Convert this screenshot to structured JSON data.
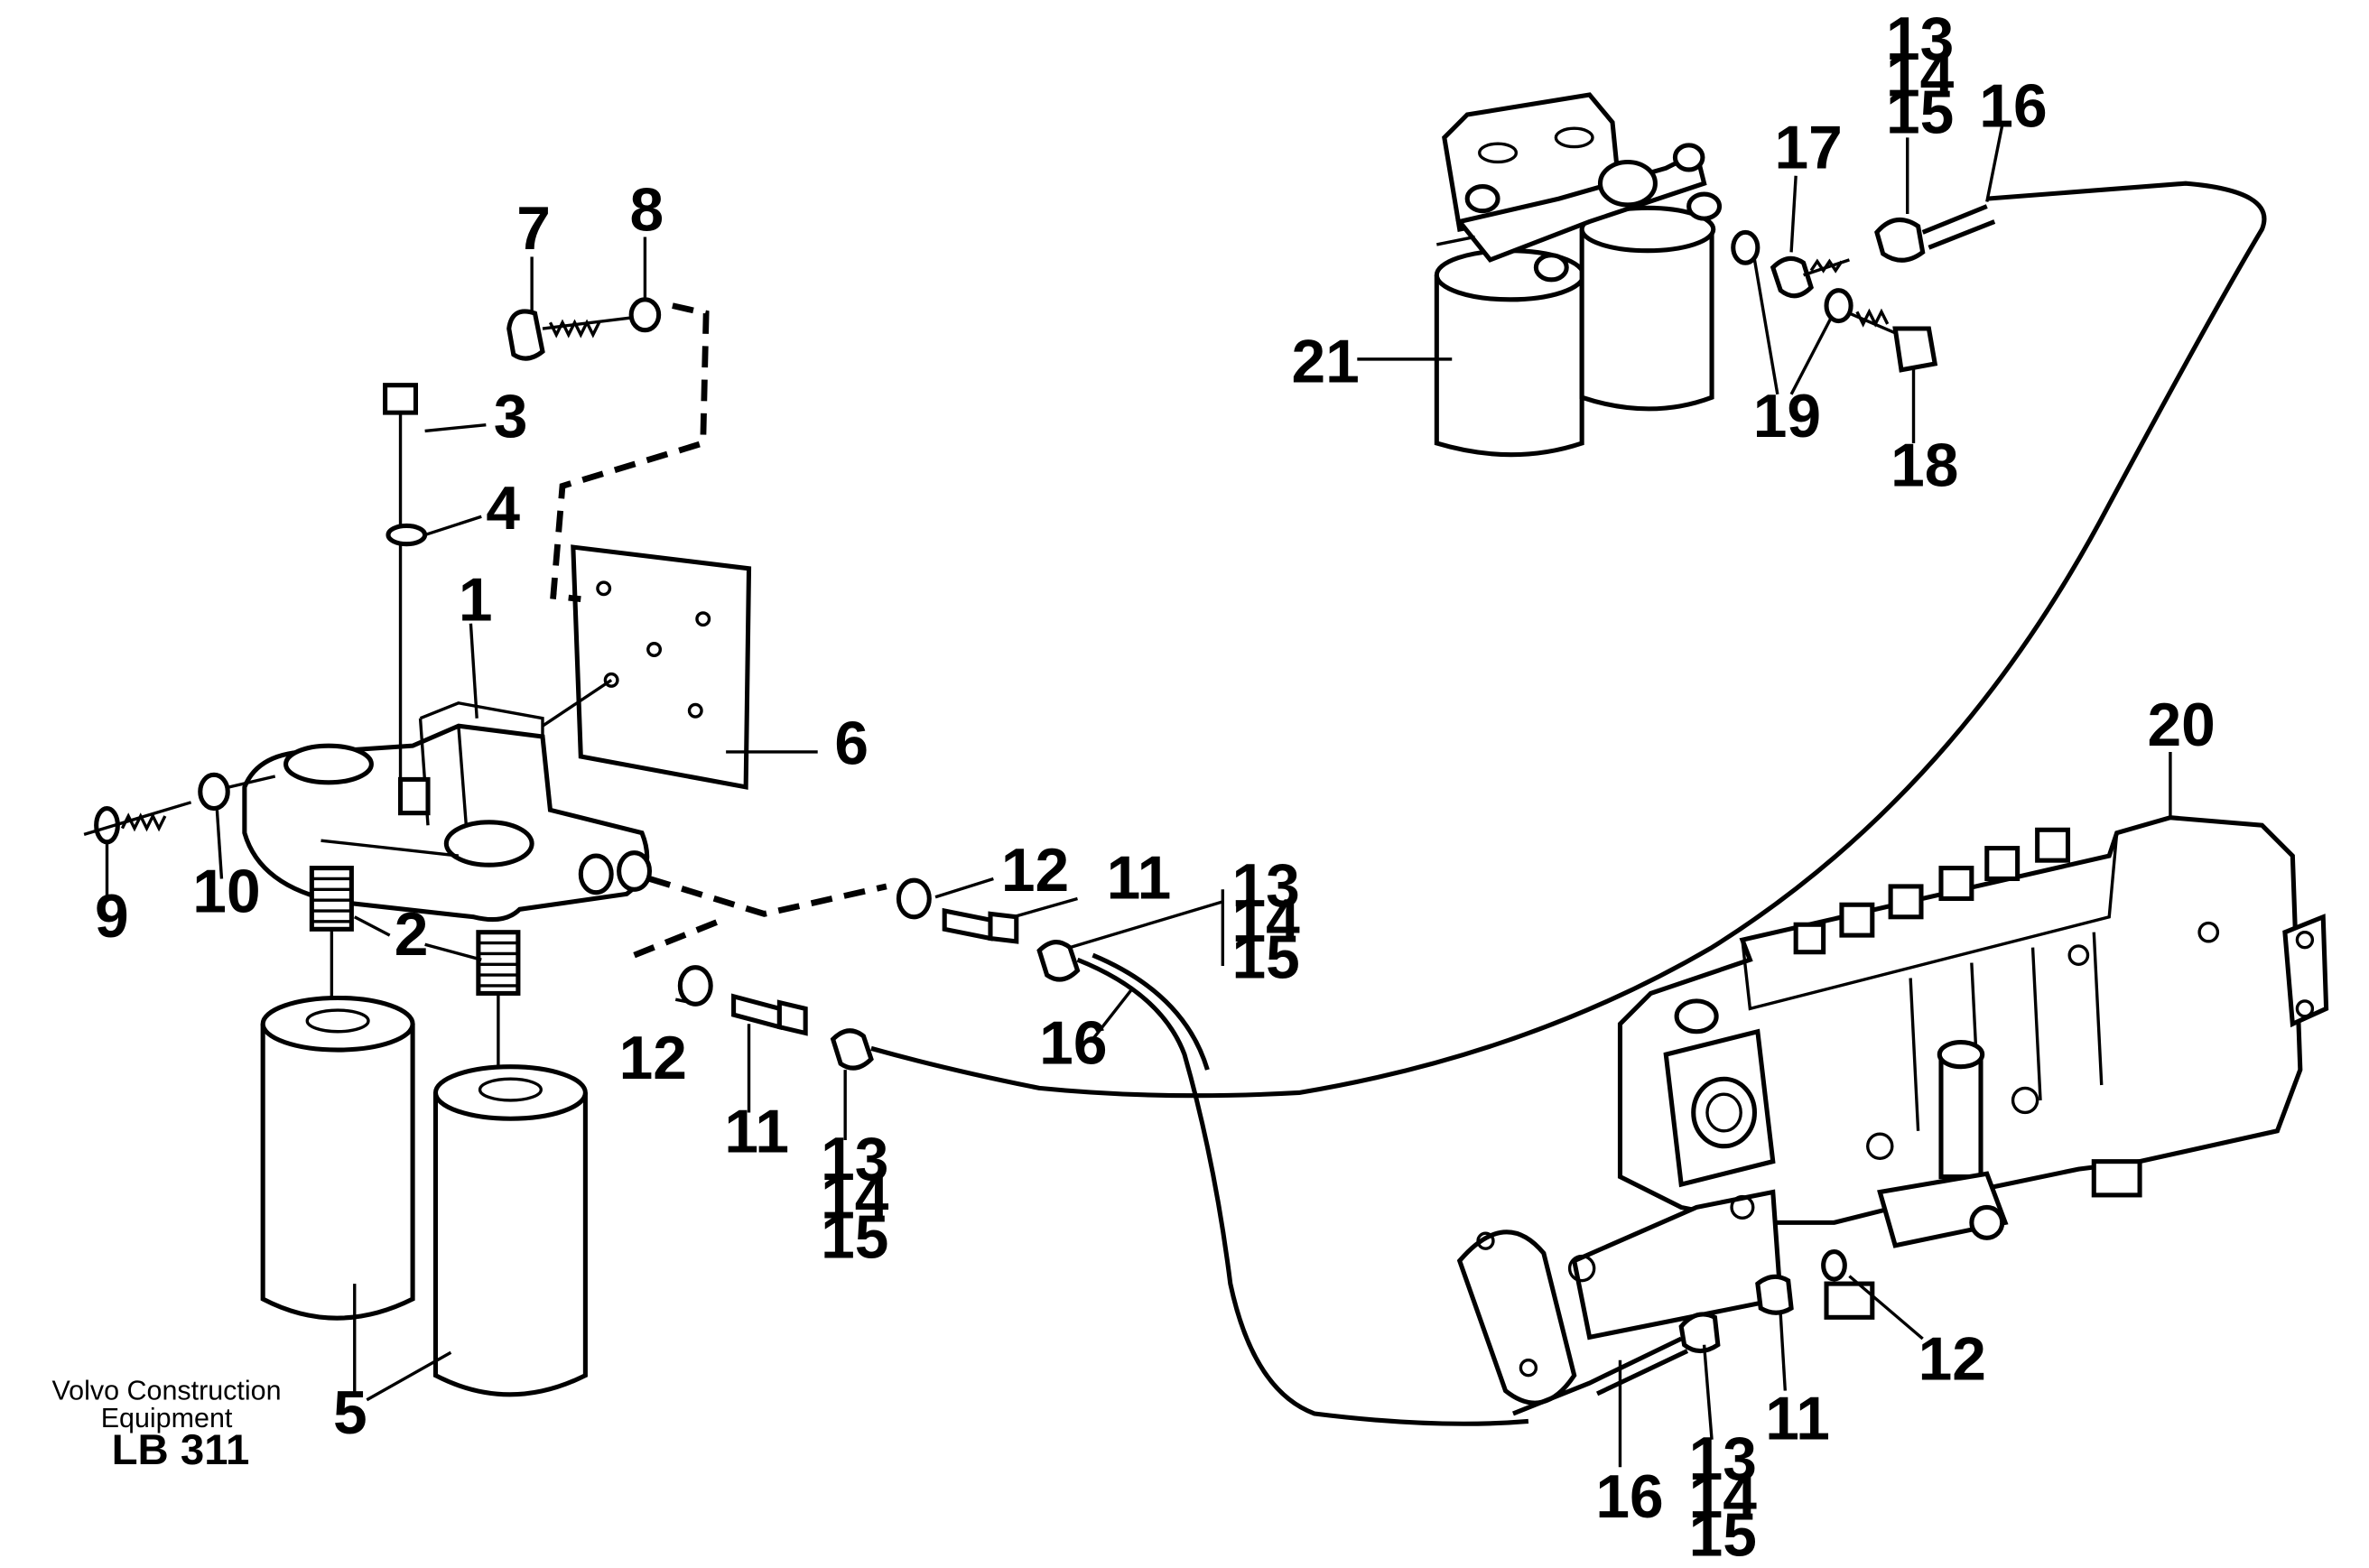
{
  "labels": {
    "l1": "1",
    "l2": "2",
    "l3": "3",
    "l4": "4",
    "l5": "5",
    "l6": "6",
    "l7": "7",
    "l8": "8",
    "l9": "9",
    "l10": "10",
    "l11a": "11",
    "l11b": "11",
    "l11c": "11",
    "l12a": "12",
    "l12b": "12",
    "l12c": "12",
    "l13a": "13",
    "l14a": "14",
    "l15a": "15",
    "l13b": "13",
    "l14b": "14",
    "l15b": "15",
    "l13c": "13",
    "l14c": "14",
    "l15c": "15",
    "l13d": "13",
    "l14d": "14",
    "l15d": "15",
    "l16a": "16",
    "l16b": "16",
    "l16c": "16",
    "l17": "17",
    "l18": "18",
    "l19": "19",
    "l20": "20",
    "l21": "21"
  },
  "credit": {
    "line1": "Volvo Construction",
    "line2": "Equipment",
    "code": "LB 311"
  }
}
